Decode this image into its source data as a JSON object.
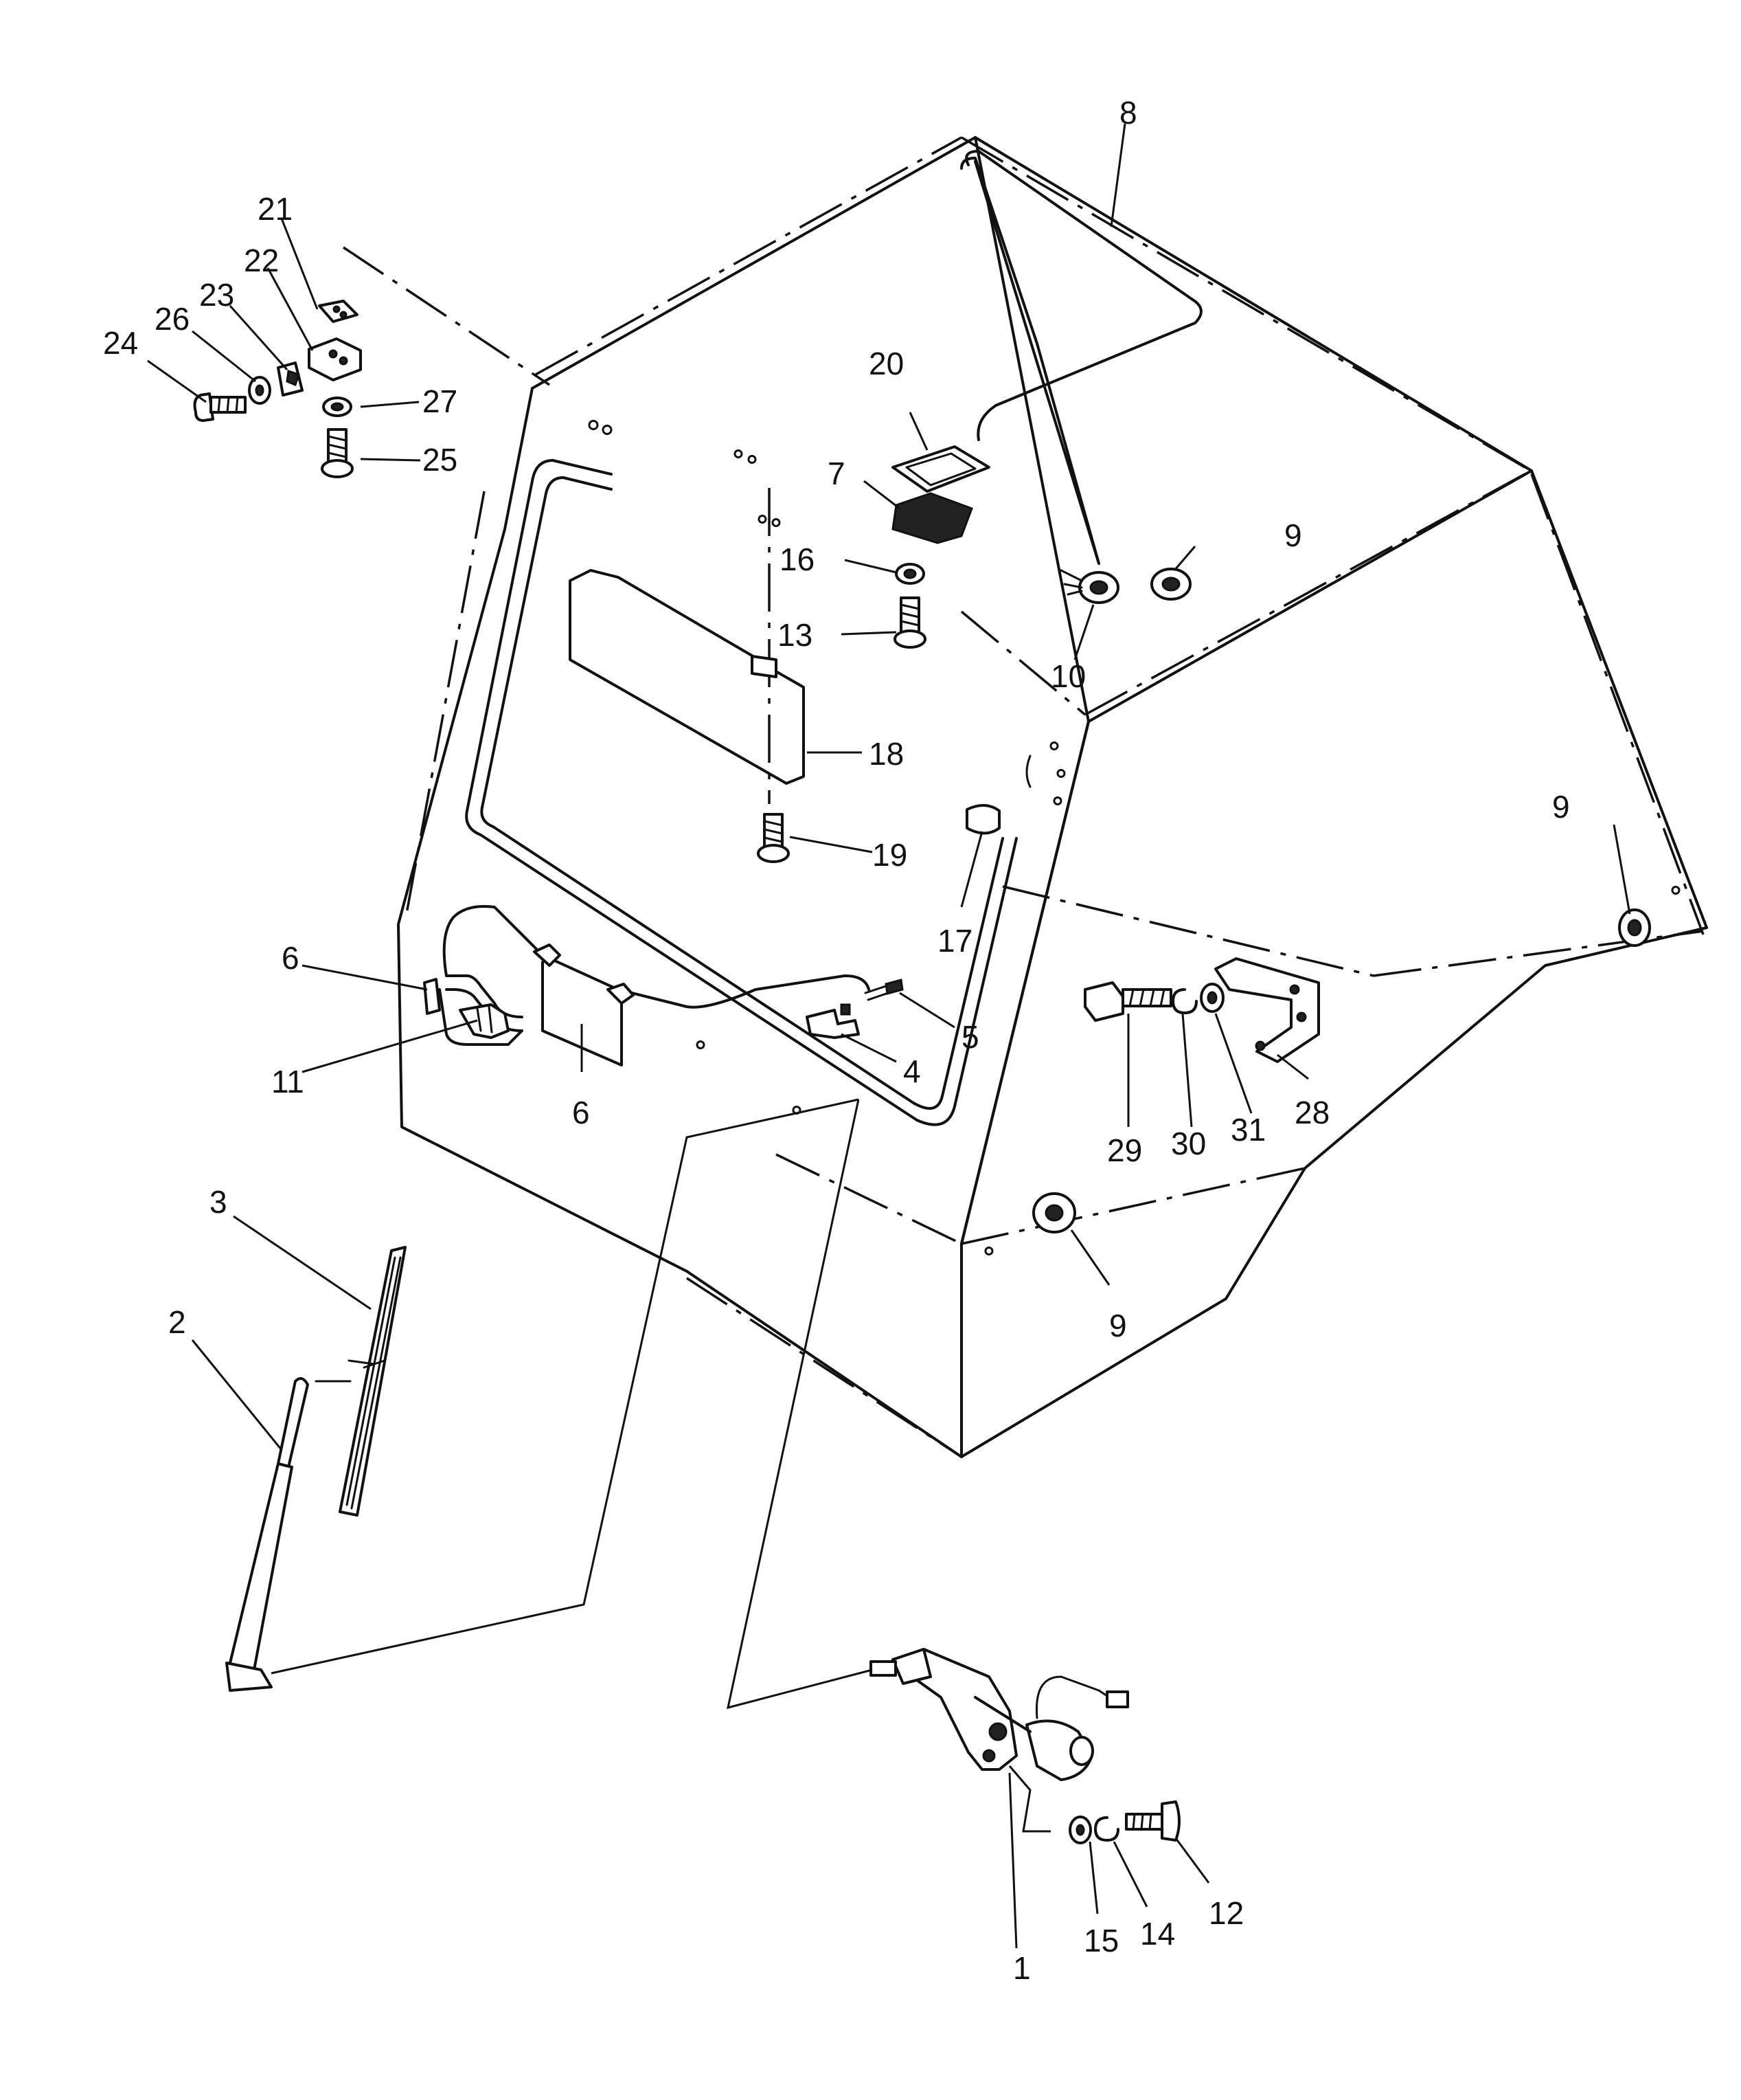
{
  "labels": {
    "l1": "1",
    "l2": "2",
    "l3": "3",
    "l4": "4",
    "l5": "5",
    "l6a": "6",
    "l6b": "6",
    "l7": "7",
    "l8": "8",
    "l9a": "9",
    "l9b": "9",
    "l9c": "9",
    "l10": "10",
    "l11": "11",
    "l12": "12",
    "l13": "13",
    "l14": "14",
    "l15": "15",
    "l16": "16",
    "l17": "17",
    "l18": "18",
    "l19": "19",
    "l20": "20",
    "l21": "21",
    "l22": "22",
    "l23": "23",
    "l24": "24",
    "l25": "25",
    "l26": "26",
    "l27": "27",
    "l28": "28",
    "l29": "29",
    "l30": "30",
    "l31": "31"
  }
}
